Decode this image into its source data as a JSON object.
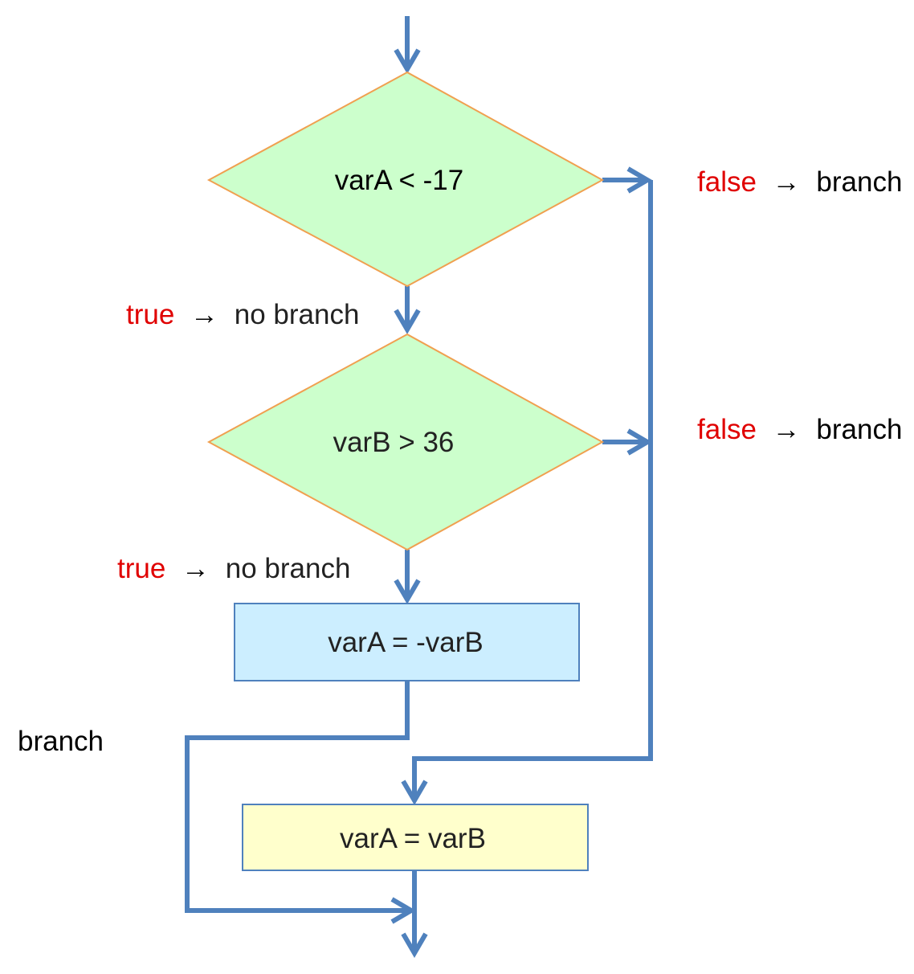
{
  "diagram": {
    "decision_1": {
      "text": "varA < -17"
    },
    "decision_2": {
      "text": "varB > 36"
    },
    "process_1": {
      "text": "varA = -varB"
    },
    "process_2": {
      "text": "varA = varB"
    },
    "false_label_1": {
      "condition": "false",
      "arrow": "→",
      "result": "branch"
    },
    "false_label_2": {
      "condition": "false",
      "arrow": "→",
      "result": "branch"
    },
    "true_label_1": {
      "condition": "true",
      "arrow": "→",
      "result": "no branch"
    },
    "true_label_2": {
      "condition": "true",
      "arrow": "→",
      "result": "no branch"
    },
    "branch_label": "branch"
  },
  "colors": {
    "flow_line": "#4f81bd",
    "decision_fill": "#ccffcc",
    "decision_border": "#f0a050",
    "process_1_fill": "#cceeff",
    "process_2_fill": "#ffffcc",
    "condition_text": "#e00000"
  }
}
